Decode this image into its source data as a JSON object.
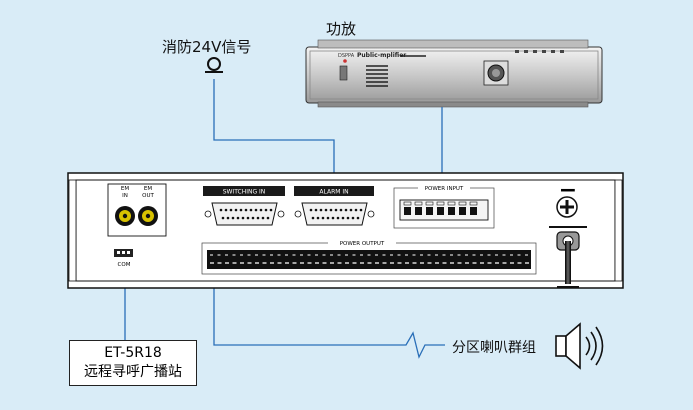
{
  "labels": {
    "fire_signal": "消防24V信号",
    "amplifier": "功放",
    "zone_speaker": "分区喇叭群组"
  },
  "amplifier_panel": {
    "brand": "DSPPA",
    "model_text": "Public-mplifier"
  },
  "main_unit": {
    "em_in": [
      "EM",
      "IN"
    ],
    "em_out": [
      "EM",
      "OUT"
    ],
    "com": "COM",
    "switching_in": "SWITCHING  IN",
    "alarm_in": "ALARM  IN",
    "power_input": "POWER INPUT",
    "power_output": "POWER OUTPUT",
    "minus_sign": "−",
    "plus_sign": "+"
  },
  "remote_station": {
    "model": "ET-5R18",
    "name": "远程寻呼广播站"
  },
  "colors": {
    "background": "#d9ecf7",
    "wire": "#2a6fb8",
    "panel": "#ffffff",
    "outline": "#111111"
  }
}
